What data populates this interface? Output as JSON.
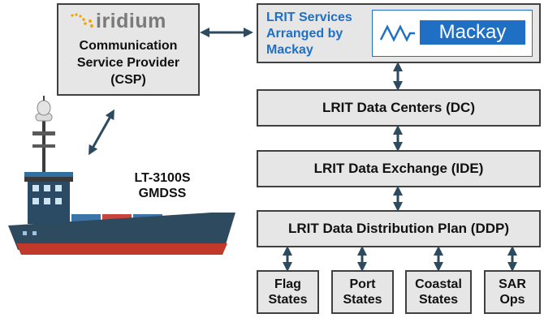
{
  "provider": {
    "logo_text": "iridium",
    "lines": [
      "Communication",
      "Service Provider",
      "(CSP)"
    ]
  },
  "services": {
    "lines": [
      "LRIT Services",
      "Arranged by",
      "Mackay"
    ],
    "logo_text": "Mackay",
    "accent_color": "#1f6fc5"
  },
  "data_centers": {
    "label": "LRIT Data Centers (DC)"
  },
  "data_exchange": {
    "label": "LRIT Data Exchange (IDE)"
  },
  "distribution_plan": {
    "label": "LRIT Data Distribution Plan (DDP)"
  },
  "recipients": [
    {
      "lines": [
        "Flag",
        "States"
      ]
    },
    {
      "lines": [
        "Port",
        "States"
      ]
    },
    {
      "lines": [
        "Coastal",
        "States"
      ]
    },
    {
      "lines": [
        "SAR",
        "Ops"
      ]
    }
  ],
  "ship": {
    "label_lines": [
      "LT-3100S",
      "GMDSS"
    ]
  },
  "icons": {
    "arrow": "double-headed-arrow-icon",
    "ship": "cargo-ship-icon"
  }
}
